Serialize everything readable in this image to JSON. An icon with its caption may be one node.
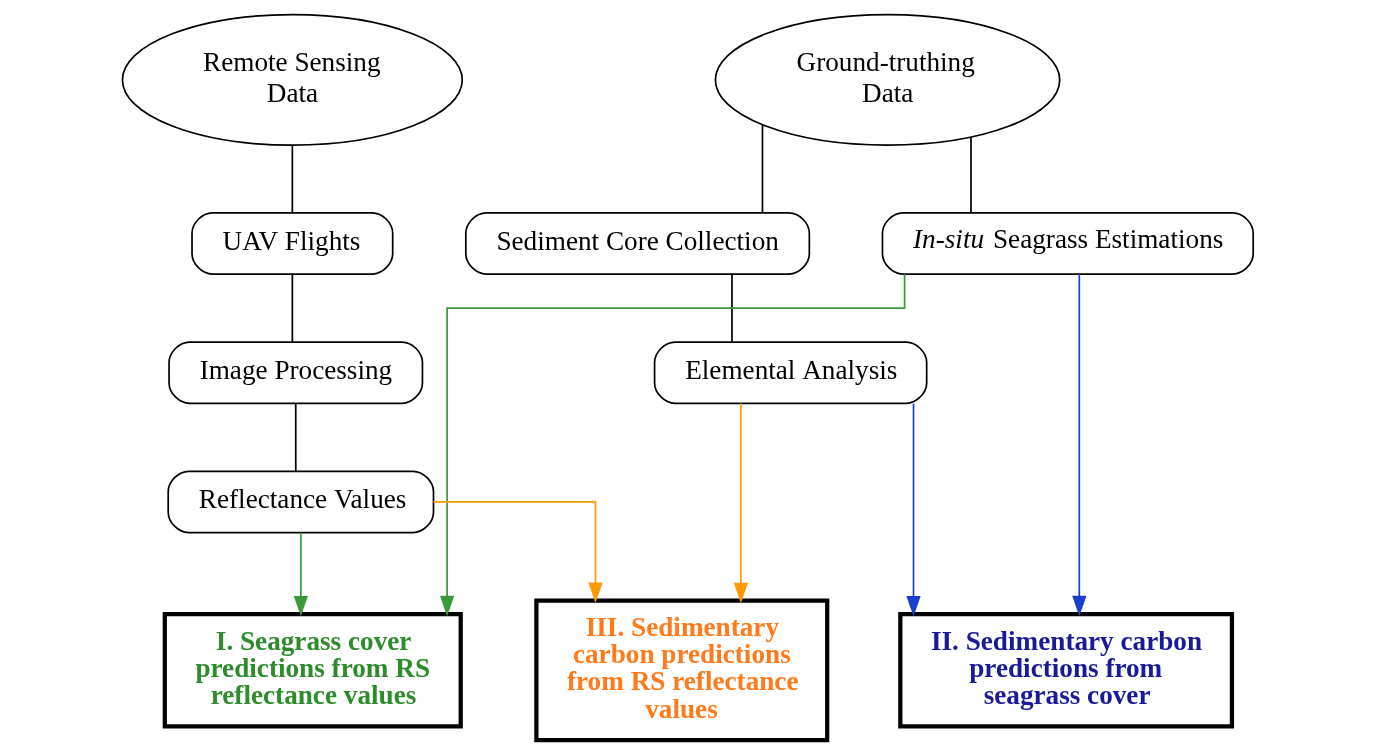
{
  "diagram": {
    "nodes": [
      {
        "text": [
          "Remote Sensing Data"
        ]
      },
      {
        "text": [
          "Ground-truthing Data"
        ]
      },
      {
        "text": [
          "UAV Flights"
        ]
      },
      {
        "text": [
          "Sediment Core Collection"
        ]
      },
      {
        "text": [
          "*In-situ* Seagrass Estimations"
        ]
      },
      {
        "text": [
          "Image Processing"
        ]
      },
      {
        "text": [
          "Elemental Analysis"
        ]
      },
      {
        "text": [
          "Reflectance Values"
        ]
      },
      {
        "text": [
          "I. Seagrass cover predictions from RS reflectance values"
        ]
      },
      {
        "text": [
          "II. Sedimentary carbon predictions from seagrass cover"
        ]
      },
      {
        "text": [
          "III. Sedimentary carbon predictions from RS reflectance values"
        ]
      }
    ],
    "edges": [
      {
        "from": 0,
        "to": 2,
        "arrow": "none"
      },
      {
        "from": 1,
        "to": 3,
        "arrow": "none"
      },
      {
        "from": 1,
        "to": 4,
        "arrow": "none"
      },
      {
        "from": 2,
        "to": 5,
        "arrow": "none"
      },
      {
        "from": 3,
        "to": 6,
        "arrow": "none"
      },
      {
        "from": 5,
        "to": 7,
        "arrow": "none"
      },
      {
        "from": 7,
        "to": 8,
        "arrow": "to",
        "color": "#3a9a3a"
      },
      {
        "from": 4,
        "to": 8,
        "arrow": "to",
        "color": "#3a9a3a"
      },
      {
        "from": 6,
        "to": 9,
        "arrow": "to",
        "color": "#1a3fcc"
      },
      {
        "from": 4,
        "to": 9,
        "arrow": "to",
        "color": "#1a3fcc"
      },
      {
        "from": 7,
        "to": 10,
        "arrow": "to",
        "color": "#ff9900"
      },
      {
        "from": 6,
        "to": 10,
        "arrow": "to",
        "color": "#ff9900"
      }
    ]
  }
}
